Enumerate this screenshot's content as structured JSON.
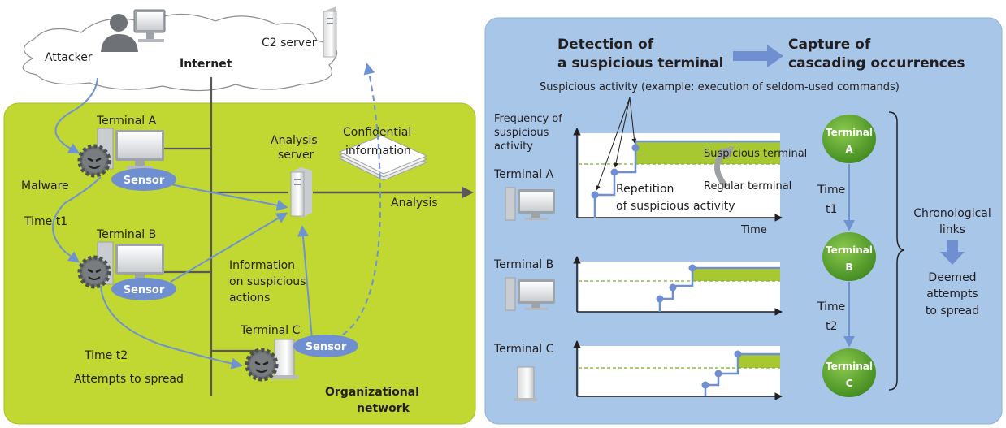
{
  "left": {
    "attacker": "Attacker",
    "internet": "Internet",
    "c2_server": "C2 server",
    "terminal_a": "Terminal A",
    "terminal_b": "Terminal B",
    "terminal_c": "Terminal C",
    "malware": "Malware",
    "sensor": "Sensor",
    "time_t1": "Time t1",
    "time_t2": "Time t2",
    "attempts_to_spread": "Attempts to spread",
    "analysis_server_line1": "Analysis",
    "analysis_server_line2": "server",
    "confidential_line1": "Confidential",
    "confidential_line2": "information",
    "info_line1": "Information",
    "info_line2": "on suspicious",
    "info_line3": "actions",
    "org_line1": "Organizational",
    "org_line2": "network",
    "analysis": "Analysis"
  },
  "right": {
    "detection_line1": "Detection of",
    "detection_line2": "a suspicious terminal",
    "capture_line1": "Capture of",
    "capture_line2": "cascading occurrences",
    "suspicious_activity_example": "Suspicious activity (example: execution of seldom-used commands)",
    "freq_line1": "Frequency of",
    "freq_line2": "suspicious",
    "freq_line3": "activity",
    "terminal_a": "Terminal A",
    "terminal_b": "Terminal B",
    "terminal_c": "Terminal C",
    "suspicious_terminal": "Suspicious terminal",
    "regular_terminal": "Regular terminal",
    "repetition_line1": "Repetition",
    "repetition_line2": "of suspicious activity",
    "time_axis": "Time",
    "node_word": "Terminal",
    "node_a": "A",
    "node_b": "B",
    "node_c": "C",
    "time_word": "Time",
    "t1": "t1",
    "t2": "t2",
    "chrono_line1": "Chronological",
    "chrono_line2": "links",
    "deemed_line1": "Deemed",
    "deemed_line2": "attempts",
    "deemed_line3": "to spread"
  },
  "colors": {
    "org_green": "#c1d732",
    "panel_blue": "#a8c6e8",
    "arrow_blue": "#6f93d0",
    "sensor_blue": "#6f8fd1",
    "node_green": "#5ea834",
    "highlight_green": "#a8c832",
    "dark_line": "#595757"
  }
}
